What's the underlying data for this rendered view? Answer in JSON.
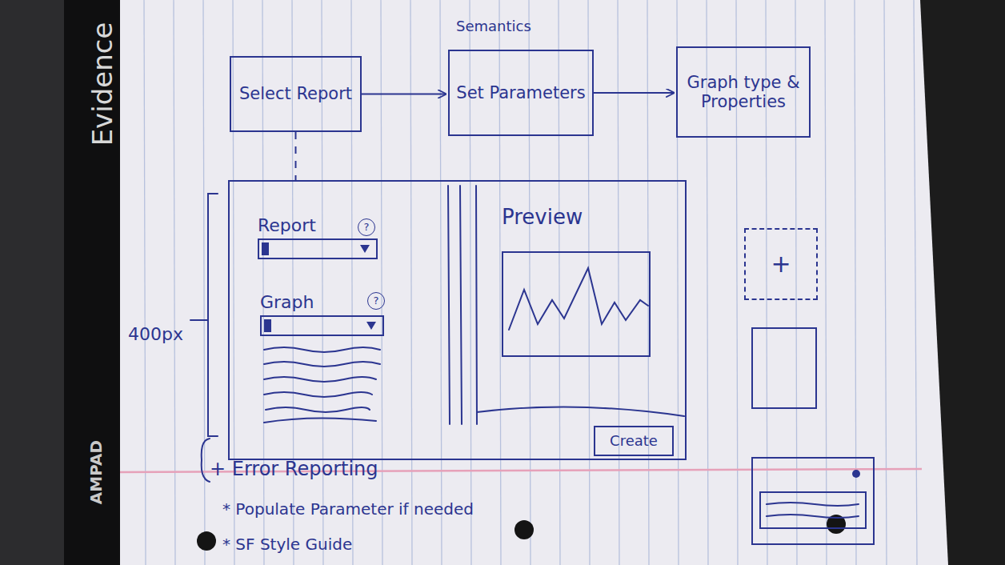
{
  "diagram": {
    "nodes": [
      {
        "text": [
          "Select Report"
        ]
      },
      {
        "text": [
          "Set Parameters"
        ]
      },
      {
        "text": [
          "Graph type & Properties"
        ]
      },
      {
        "text": []
      },
      {
        "text": [
          "Report"
        ],
        "in": 3
      },
      {
        "text": [
          "?"
        ],
        "in": 3
      },
      {
        "text": [
          "Graph"
        ],
        "in": 3
      },
      {
        "text": [
          "?"
        ],
        "in": 3
      },
      {
        "text": [
          "Preview"
        ],
        "in": 3
      },
      {
        "text": [
          "Create"
        ],
        "in": 3
      },
      {
        "text": [
          "+"
        ]
      }
    ],
    "edges": [
      {
        "from": 0,
        "to": 1,
        "arrow": "to"
      },
      {
        "from": 1,
        "to": 2,
        "arrow": "to"
      },
      {
        "from": 0,
        "to": 3,
        "arrow": "none"
      }
    ],
    "labels": [
      "Evidence",
      "AMPAD",
      "Semantics",
      "400px",
      "+ Error Reporting",
      "* Populate Parameter if needed",
      "* SF Style Guide"
    ]
  }
}
